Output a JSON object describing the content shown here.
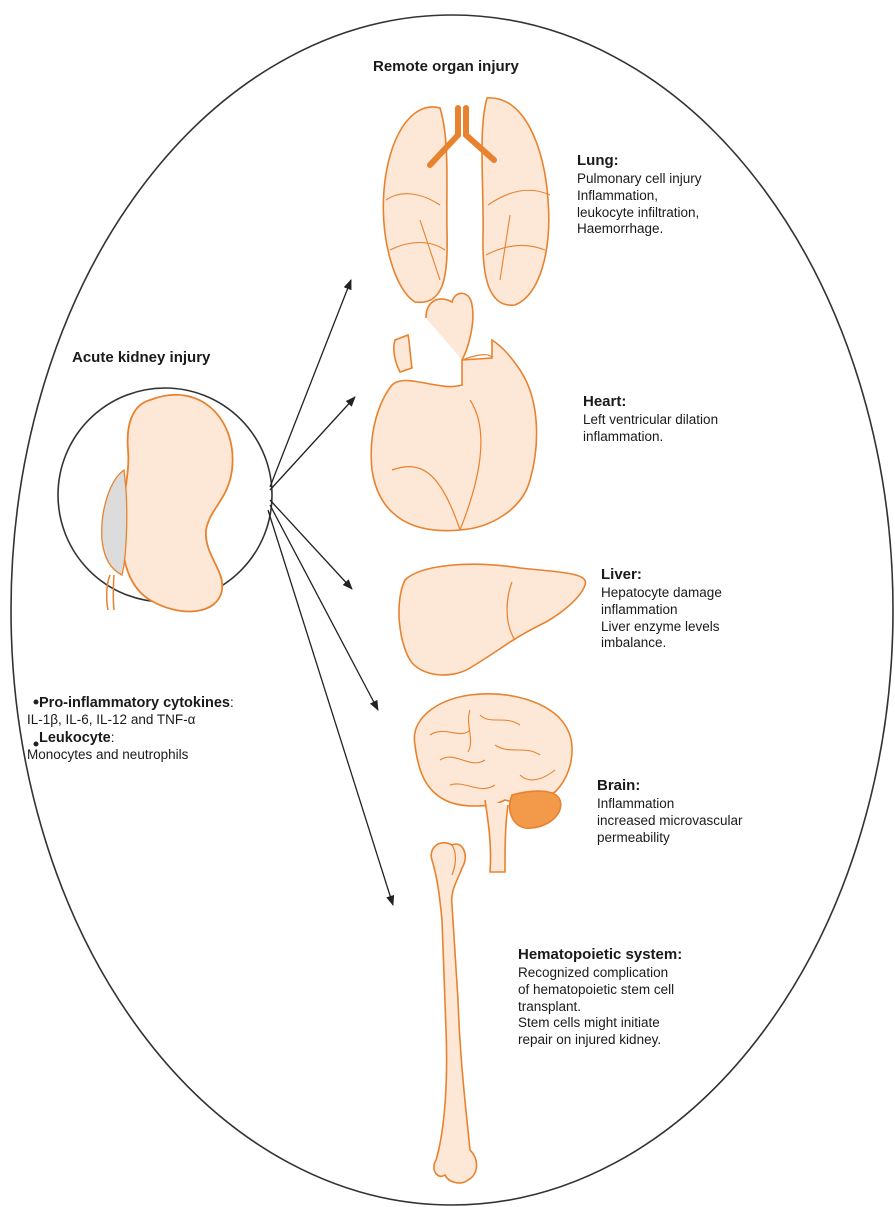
{
  "remote_title": "Remote organ injury",
  "aki_title": "Acute kidney injury",
  "mediators": {
    "cytokines_label": "Pro-inflammatory cytokines",
    "cytokines_text": "IL-1β, IL-6, IL-12 and TNF-α",
    "leukocyte_label": "Leukocyte",
    "leukocyte_text": "Monocytes and neutrophils"
  },
  "organs": {
    "lung": {
      "title": "Lung:",
      "lines": [
        "Pulmonary cell injury",
        "Inflammation,",
        "leukocyte infiltration,",
        "Haemorrhage."
      ]
    },
    "heart": {
      "title": "Heart:",
      "lines": [
        "Left ventricular dilation",
        "inflammation."
      ]
    },
    "liver": {
      "title": "Liver:",
      "lines": [
        "Hepatocyte damage",
        "inflammation",
        "Liver enzyme levels",
        "imbalance."
      ]
    },
    "brain": {
      "title": "Brain:",
      "lines": [
        "Inflammation",
        "increased microvascular",
        "permeability"
      ]
    },
    "hematopoietic": {
      "title": "Hematopoietic system:",
      "lines": [
        "Recognized complication",
        "of hematopoietic stem cell",
        "transplant.",
        "Stem cells might initiate",
        "repair on injured kidney."
      ]
    }
  },
  "colors": {
    "organ_stroke": "#e8822e",
    "organ_fill": "#fde8d8",
    "outline": "#333333",
    "arrow": "#222222"
  }
}
